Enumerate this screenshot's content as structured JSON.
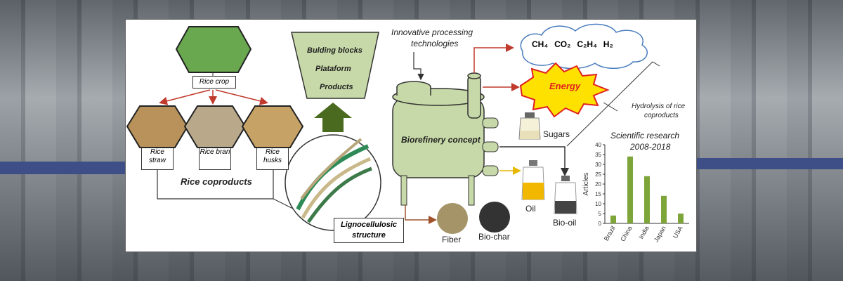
{
  "diagram": {
    "rice_crop": "Rice crop",
    "coproducts": [
      "Rice straw",
      "Rice bran",
      "Rice husks"
    ],
    "coproducts_title": "Rice coproducts",
    "building_blocks": [
      "Bulding blocks",
      "Plataform",
      "Products"
    ],
    "innovative": [
      "Innovative processing",
      "technologies"
    ],
    "gases": [
      "CH₄",
      "CO₂",
      "C₂H₄",
      "H₂"
    ],
    "energy": "Energy",
    "biorefinery": "Biorefinery concept",
    "lignocellulosic": [
      "Lignocellulosic",
      "structure"
    ],
    "sugars": "Sugars",
    "oil": "Oil",
    "bio_oil": "Bio-oil",
    "fiber": "Fiber",
    "biochar": "Bio-char",
    "hydrolysis": [
      "Hydrolysis of rice",
      "coproducts"
    ],
    "research_title": [
      "Scientific research",
      "2008-2018"
    ],
    "colors": {
      "green": "#7ea53a",
      "red": "#c0392b",
      "dark_green": "#4a6b1f"
    }
  },
  "chart_data": {
    "type": "bar",
    "categories": [
      "Brazil",
      "China",
      "India",
      "Japan",
      "USA"
    ],
    "values": [
      4,
      34,
      24,
      14,
      5
    ],
    "ylabel": "Articles",
    "yticks": [
      0,
      5,
      10,
      15,
      20,
      25,
      30,
      35,
      40
    ],
    "ylim": [
      0,
      40
    ]
  }
}
